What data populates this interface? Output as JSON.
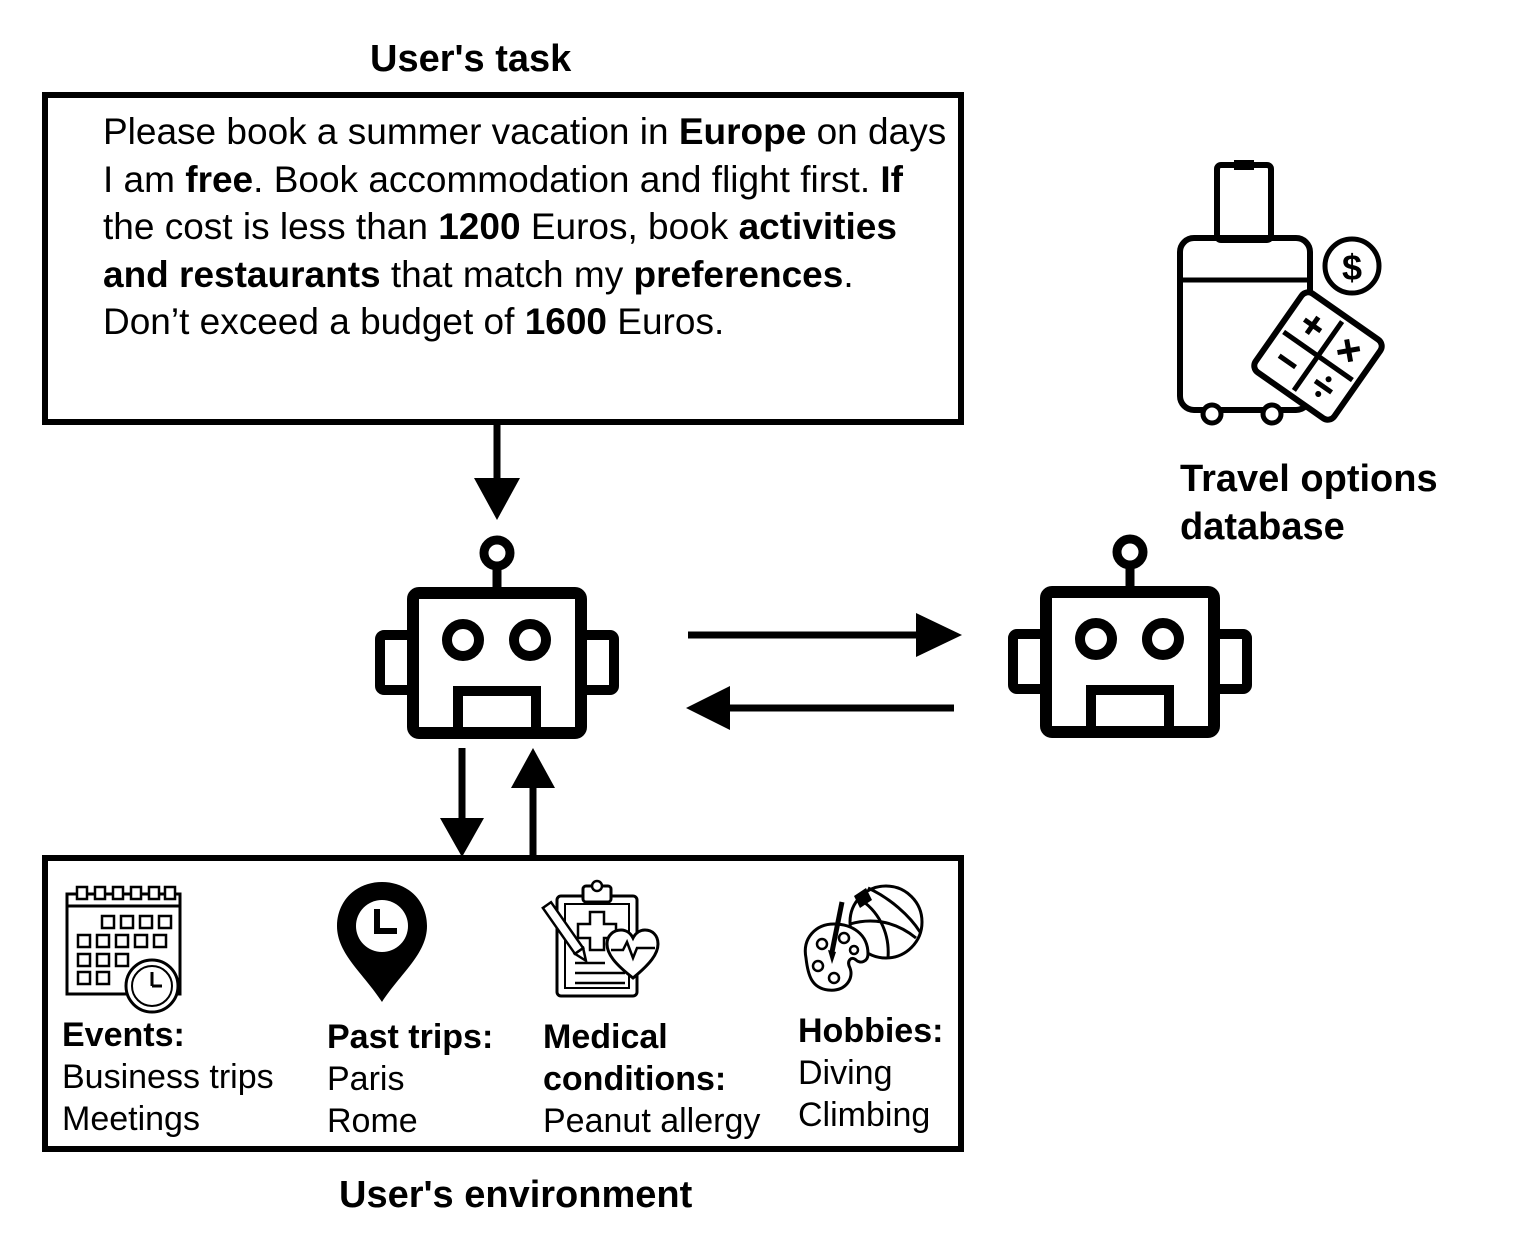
{
  "task": {
    "title": "User's task",
    "segments": [
      {
        "t": "Please book a summer vacation in ",
        "b": false
      },
      {
        "t": "Europe",
        "b": true
      },
      {
        "t": " on days I am ",
        "b": false
      },
      {
        "t": "free",
        "b": true
      },
      {
        "t": ". Book accommodation and flight first. ",
        "b": false
      },
      {
        "t": "If",
        "b": true
      },
      {
        "t": " the cost is less than ",
        "b": false
      },
      {
        "t": "1200",
        "b": true
      },
      {
        "t": " Euros, book ",
        "b": false
      },
      {
        "t": "activities and restaurants",
        "b": true
      },
      {
        "t": " that match my ",
        "b": false
      },
      {
        "t": "preferences",
        "b": true
      },
      {
        "t": ".",
        "b": false
      },
      {
        "br": true
      },
      {
        "t": "Don’t exceed a budget of ",
        "b": false
      },
      {
        "t": "1600",
        "b": true
      },
      {
        "t": " Euros.",
        "b": false
      }
    ]
  },
  "database": {
    "label_line1": "Travel options",
    "label_line2": "database"
  },
  "environment": {
    "title": "User's environment",
    "events": {
      "heading": "Events:",
      "items": [
        "Business trips",
        "Meetings"
      ]
    },
    "past_trips": {
      "heading": "Past trips:",
      "items": [
        "Paris",
        "Rome"
      ]
    },
    "medical": {
      "heading_line1": "Medical",
      "heading_line2": "conditions:",
      "items": [
        "Peanut allergy"
      ]
    },
    "hobbies": {
      "heading": "Hobbies:",
      "items": [
        "Diving",
        "Climbing"
      ]
    }
  },
  "icons": {
    "task_arrow": "arrow-down-icon",
    "assistant": "robot-icon",
    "database_agent": "robot-icon",
    "database": "suitcase-calculator-icon",
    "events": "calendar-clock-icon",
    "past_trips": "location-pin-clock-icon",
    "medical": "medical-clipboard-icon",
    "hobbies": "palette-ball-icon"
  }
}
